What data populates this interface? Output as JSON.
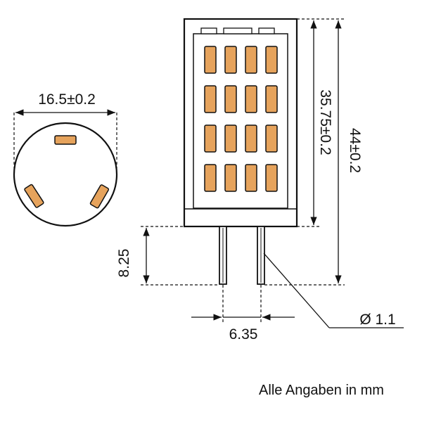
{
  "dimensions": {
    "diameter": "16.5±0.2",
    "total_height": "44±0.2",
    "body_height": "35.75±0.2",
    "pin_length": "8.25",
    "pin_spacing": "6.35",
    "pin_diameter": "Ø 1.1"
  },
  "note": "Alle Angaben in mm",
  "colors": {
    "led": "#e6a35c",
    "line": "#111111"
  }
}
